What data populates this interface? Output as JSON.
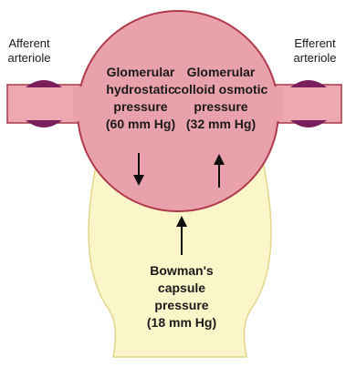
{
  "colors": {
    "glomerulus_fill": "#e9a2ac",
    "glomerulus_stroke": "#b03a4c",
    "arteriole_fill": "#eda8b2",
    "arteriole_stroke": "#a83a4a",
    "arteriole_lumen_mark": "#7a1f5c",
    "capsule_fill": "#fbf6c9",
    "capsule_stroke": "#e2d58a",
    "arrow": "#111111"
  },
  "labels": {
    "afferent": [
      "Afferent",
      "arteriole"
    ],
    "efferent": [
      "Efferent",
      "arteriole"
    ],
    "glomerular_hydrostatic": [
      "Glomerular",
      "hydrostatic",
      "pressure",
      "(60 mm Hg)"
    ],
    "glomerular_colloid": [
      "Glomerular",
      "colloid osmotic",
      "pressure",
      "(32 mm Hg)"
    ],
    "bowmans": [
      "Bowman's",
      "capsule",
      "pressure",
      "(18 mm Hg)"
    ]
  }
}
